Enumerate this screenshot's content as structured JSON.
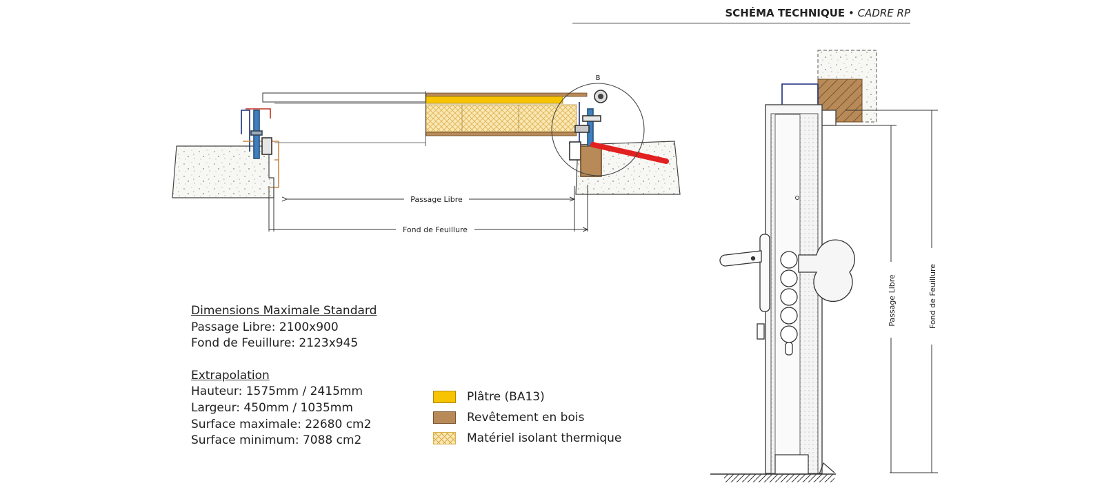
{
  "header": {
    "title_bold": "SCHÉMA TECHNIQUE",
    "separator": " • ",
    "title_italic": "CADRE RP"
  },
  "plan_view": {
    "detail_label": "B",
    "dim_passage": "Passage Libre",
    "dim_fond": "Fond de Feuillure"
  },
  "elevation": {
    "dim_passage": "Passage Libre",
    "dim_fond": "Fond de Feuillure"
  },
  "specs": {
    "title": "Dimensions Maximale Standard",
    "passage": "Passage Libre: 2100x900",
    "fond": "Fond de Feuillure: 2123x945",
    "extrap_title": "Extrapolation",
    "hauteur": "Hauteur: 1575mm / 2415mm",
    "largeur": "Largeur: 450mm / 1035mm",
    "surf_max": "Surface maximale: 22680 cm2",
    "surf_min": "Surface minimum: 7088 cm2"
  },
  "legend": [
    {
      "label": "Plâtre (BA13)",
      "color": "#f6c400"
    },
    {
      "label": "Revêtement en bois",
      "color": "#b88a58"
    },
    {
      "label": "Matériel isolant thermique",
      "color": "#fbe7b5"
    }
  ]
}
